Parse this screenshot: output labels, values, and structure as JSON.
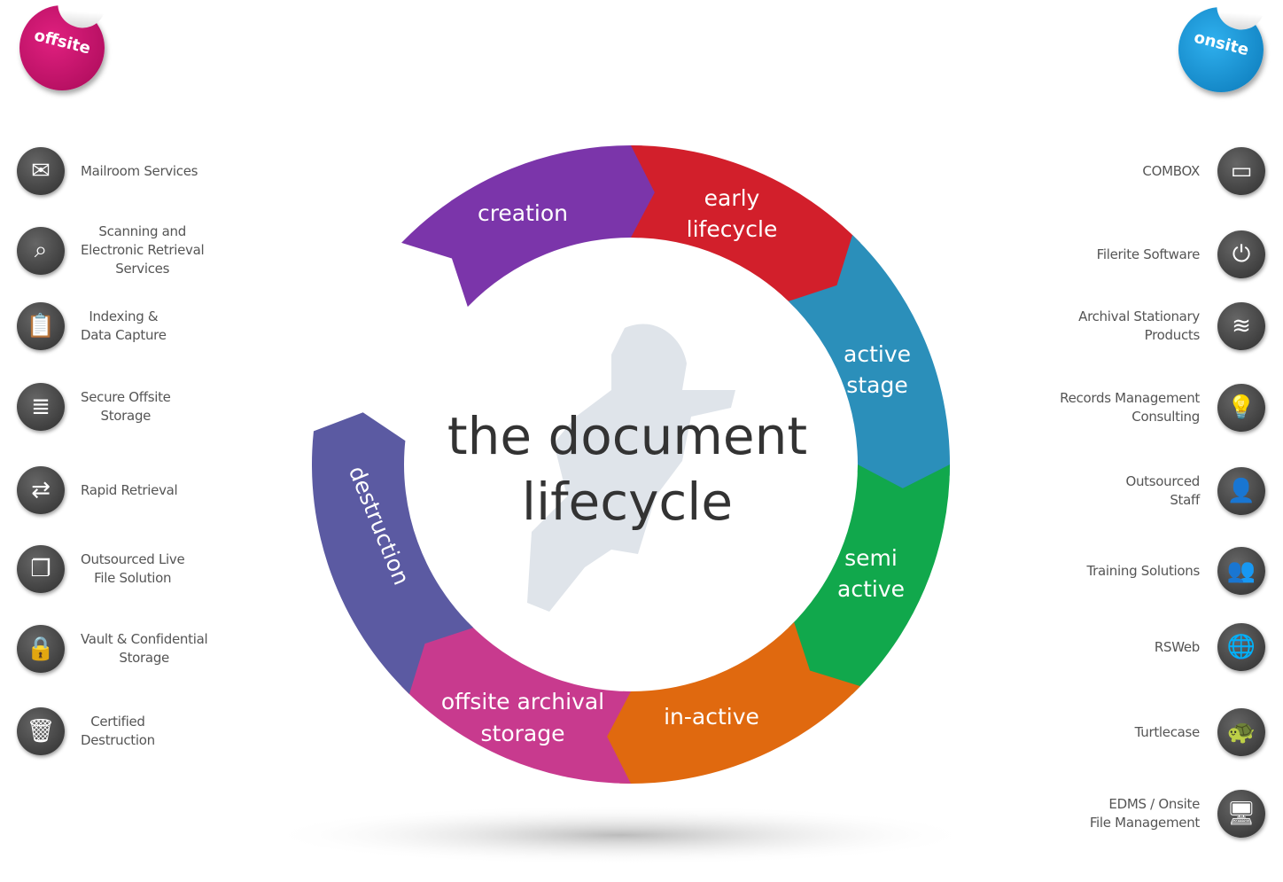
{
  "badges": {
    "offsite": "offsite",
    "onsite": "onsite"
  },
  "colors": {
    "offsite": "#c8106e",
    "onsite": "#1593d6",
    "creation": "#7b35aa",
    "early": "#d21f2b",
    "active": "#2b8fba",
    "semi": "#11a84c",
    "inactive": "#e0690f",
    "offsite_archival": "#c83a8e",
    "destruction": "#5b5aa2"
  },
  "title": {
    "line1": "the document",
    "line2": "lifecycle"
  },
  "stages": {
    "creation": "creation",
    "early1": "early",
    "early2": "lifecycle",
    "active1": "active",
    "active2": "stage",
    "semi1": "semi",
    "semi2": "active",
    "inactive": "in-active",
    "offsite1": "offsite archival",
    "offsite2": "storage",
    "destruction": "destruction"
  },
  "offsite_services": [
    {
      "label": "Mailroom Services",
      "icon": "envelope-icon"
    },
    {
      "label": "Scanning and\nElectronic Retrieval\nServices",
      "icon": "tablet-search-icon"
    },
    {
      "label": "Indexing &\nData Capture",
      "icon": "clipboard-icon"
    },
    {
      "label": "Secure Offsite\nStorage",
      "icon": "database-icon"
    },
    {
      "label": "Rapid Retrieval",
      "icon": "exchange-arrows-icon"
    },
    {
      "label": "Outsourced Live\nFile Solution",
      "icon": "files-icon"
    },
    {
      "label": "Vault & Confidential\nStorage",
      "icon": "padlock-icon"
    },
    {
      "label": "Certified\nDestruction",
      "icon": "trash-icon"
    }
  ],
  "onsite_services": [
    {
      "label": "COMBOX",
      "icon": "inbox-tray-icon"
    },
    {
      "label": "Filerite Software",
      "icon": "power-icon"
    },
    {
      "label": "Archival Stationary\nProducts",
      "icon": "layers-icon"
    },
    {
      "label": "Records Management\nConsulting",
      "icon": "lightbulb-icon"
    },
    {
      "label": "Outsourced\nStaff",
      "icon": "person-icon"
    },
    {
      "label": "Training Solutions",
      "icon": "people-icon"
    },
    {
      "label": "RSWeb",
      "icon": "globe-icon"
    },
    {
      "label": "Turtlecase",
      "icon": "turtle-icon"
    },
    {
      "label": "EDMS / Onsite\nFile Management",
      "icon": "computer-icon"
    }
  ]
}
